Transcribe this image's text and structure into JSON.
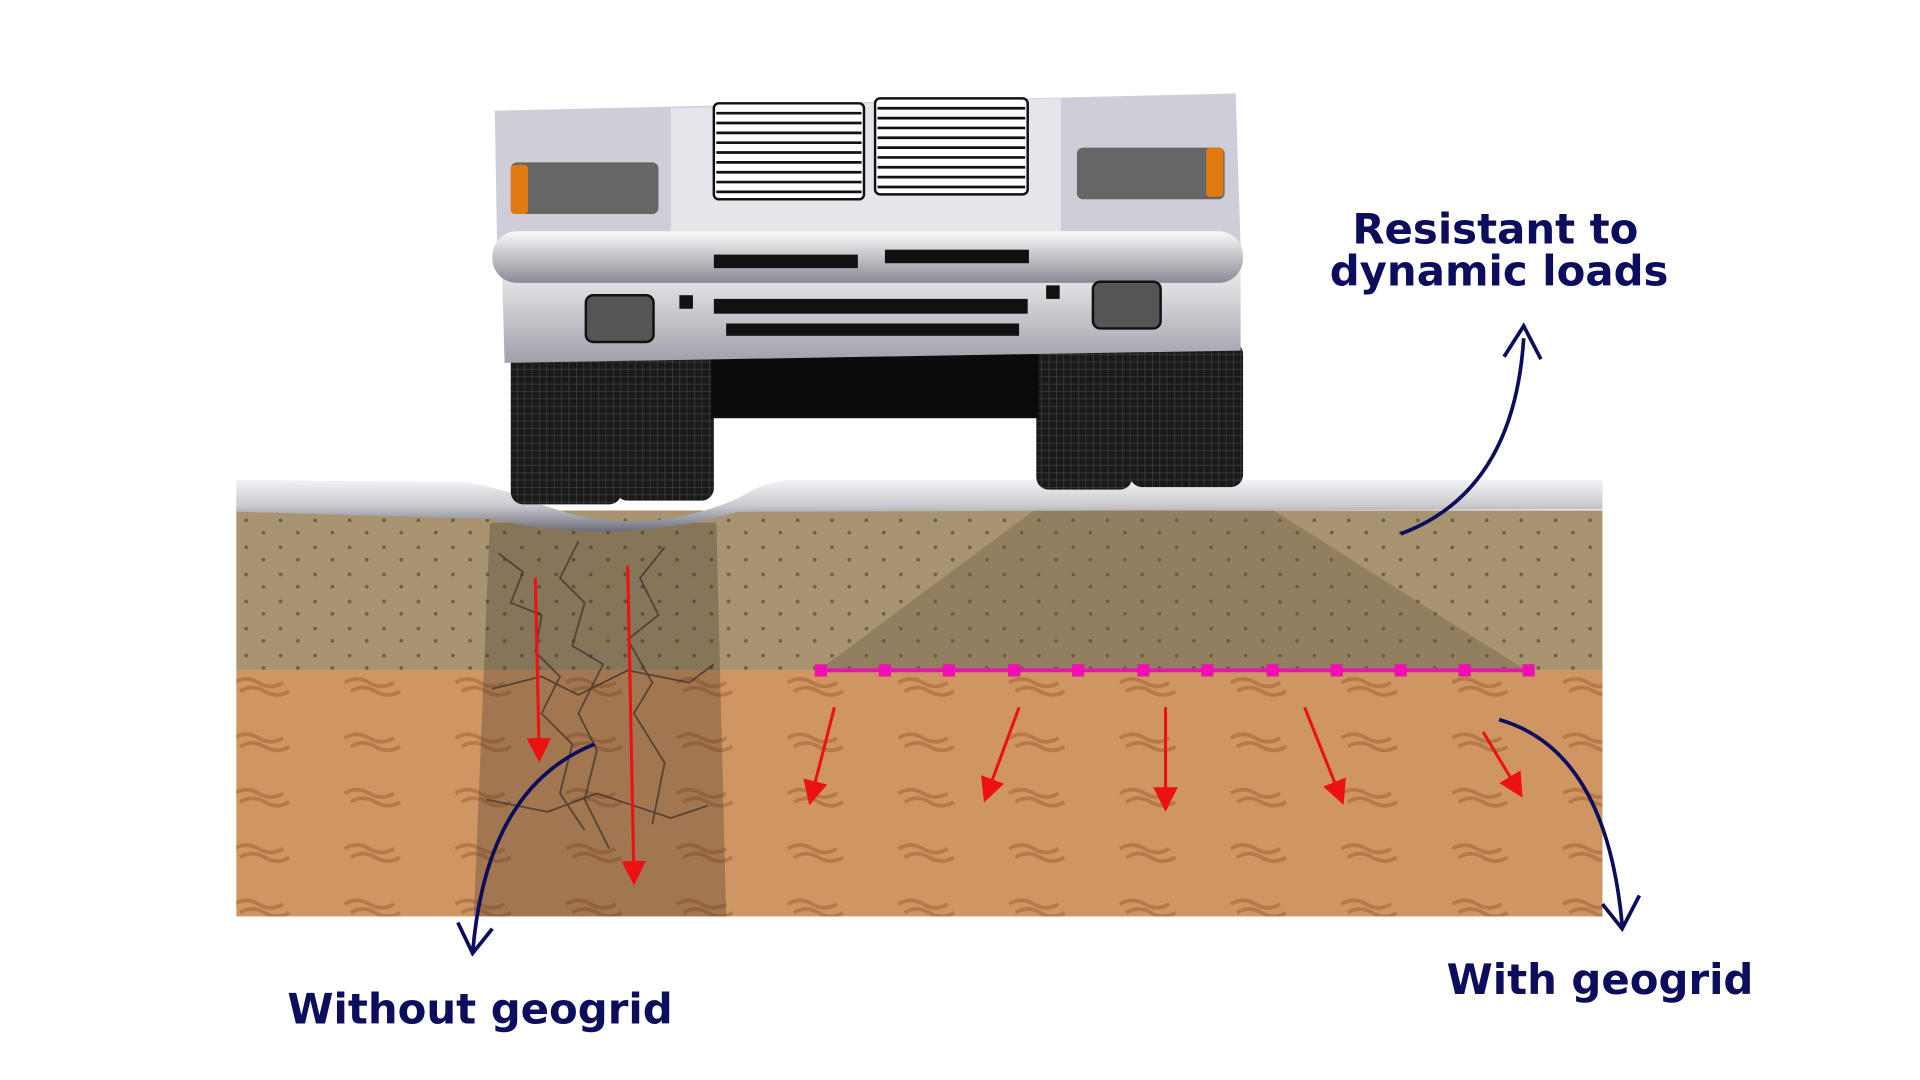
{
  "labels": {
    "resistant_line1": "Resistant to",
    "resistant_line2": "dynamic loads",
    "without": "Without geogrid",
    "with": "With geogrid"
  },
  "colors": {
    "label": "#0d0d5e",
    "sand": "#a89470",
    "clay": "#cf9563",
    "geogrid": "#ee10b0",
    "load_arrow": "#ee1111",
    "indicator": "#e07a10"
  }
}
